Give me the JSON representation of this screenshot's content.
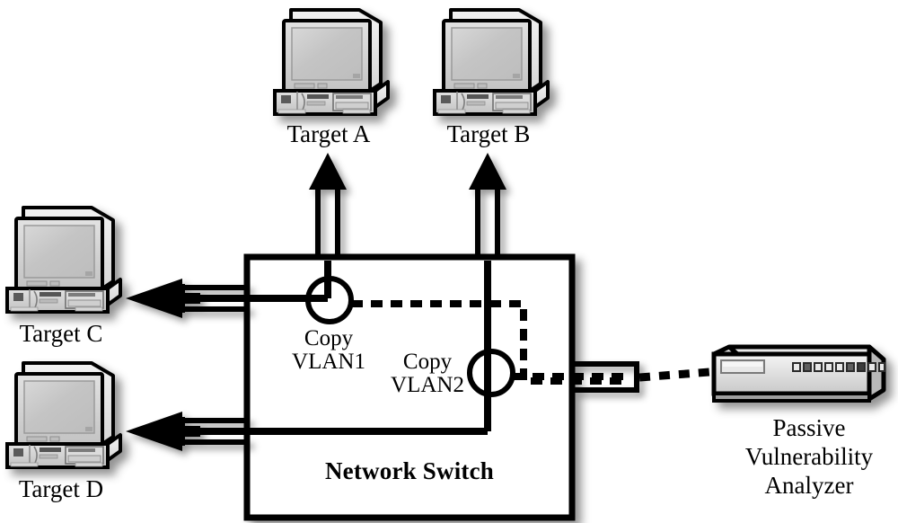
{
  "diagram": {
    "title": "Network switch VLAN copy to passive vulnerability analyzer",
    "background_color": "#ffffff",
    "line_color": "#000000",
    "device_fill": "#d0d0d0",
    "device_highlight": "#f0f0f0",
    "device_shade": "#a8a8a8",
    "screen_color": "#c8c8c8"
  },
  "nodes": {
    "target_a": {
      "label": "Target A",
      "type": "desktop-computer"
    },
    "target_b": {
      "label": "Target B",
      "type": "desktop-computer"
    },
    "target_c": {
      "label": "Target C",
      "type": "desktop-computer"
    },
    "target_d": {
      "label": "Target D",
      "type": "desktop-computer"
    },
    "switch": {
      "label": "Network Switch",
      "type": "network-switch"
    },
    "analyzer": {
      "label_line1": "Passive",
      "label_line2": "Vulnerability",
      "label_line3": "Analyzer",
      "type": "rack-appliance",
      "led_count": 9
    }
  },
  "switch_internals": {
    "tap1": {
      "label_line1": "Copy",
      "label_line2": "VLAN1"
    },
    "tap2": {
      "label_line1": "Copy",
      "label_line2": "VLAN2"
    }
  },
  "links": [
    {
      "from": "switch",
      "to": "target_a",
      "style": "solid-double-arrow",
      "direction": "up"
    },
    {
      "from": "switch",
      "to": "target_b",
      "style": "solid-double-arrow",
      "direction": "up"
    },
    {
      "from": "switch",
      "to": "target_c",
      "style": "solid-double-arrow",
      "direction": "left"
    },
    {
      "from": "switch",
      "to": "target_d",
      "style": "solid-double-arrow",
      "direction": "left"
    },
    {
      "from": "tap1",
      "to": "analyzer",
      "style": "dashed-copy",
      "direction": "right"
    },
    {
      "from": "tap2",
      "to": "analyzer",
      "style": "dashed-copy",
      "direction": "right"
    }
  ]
}
